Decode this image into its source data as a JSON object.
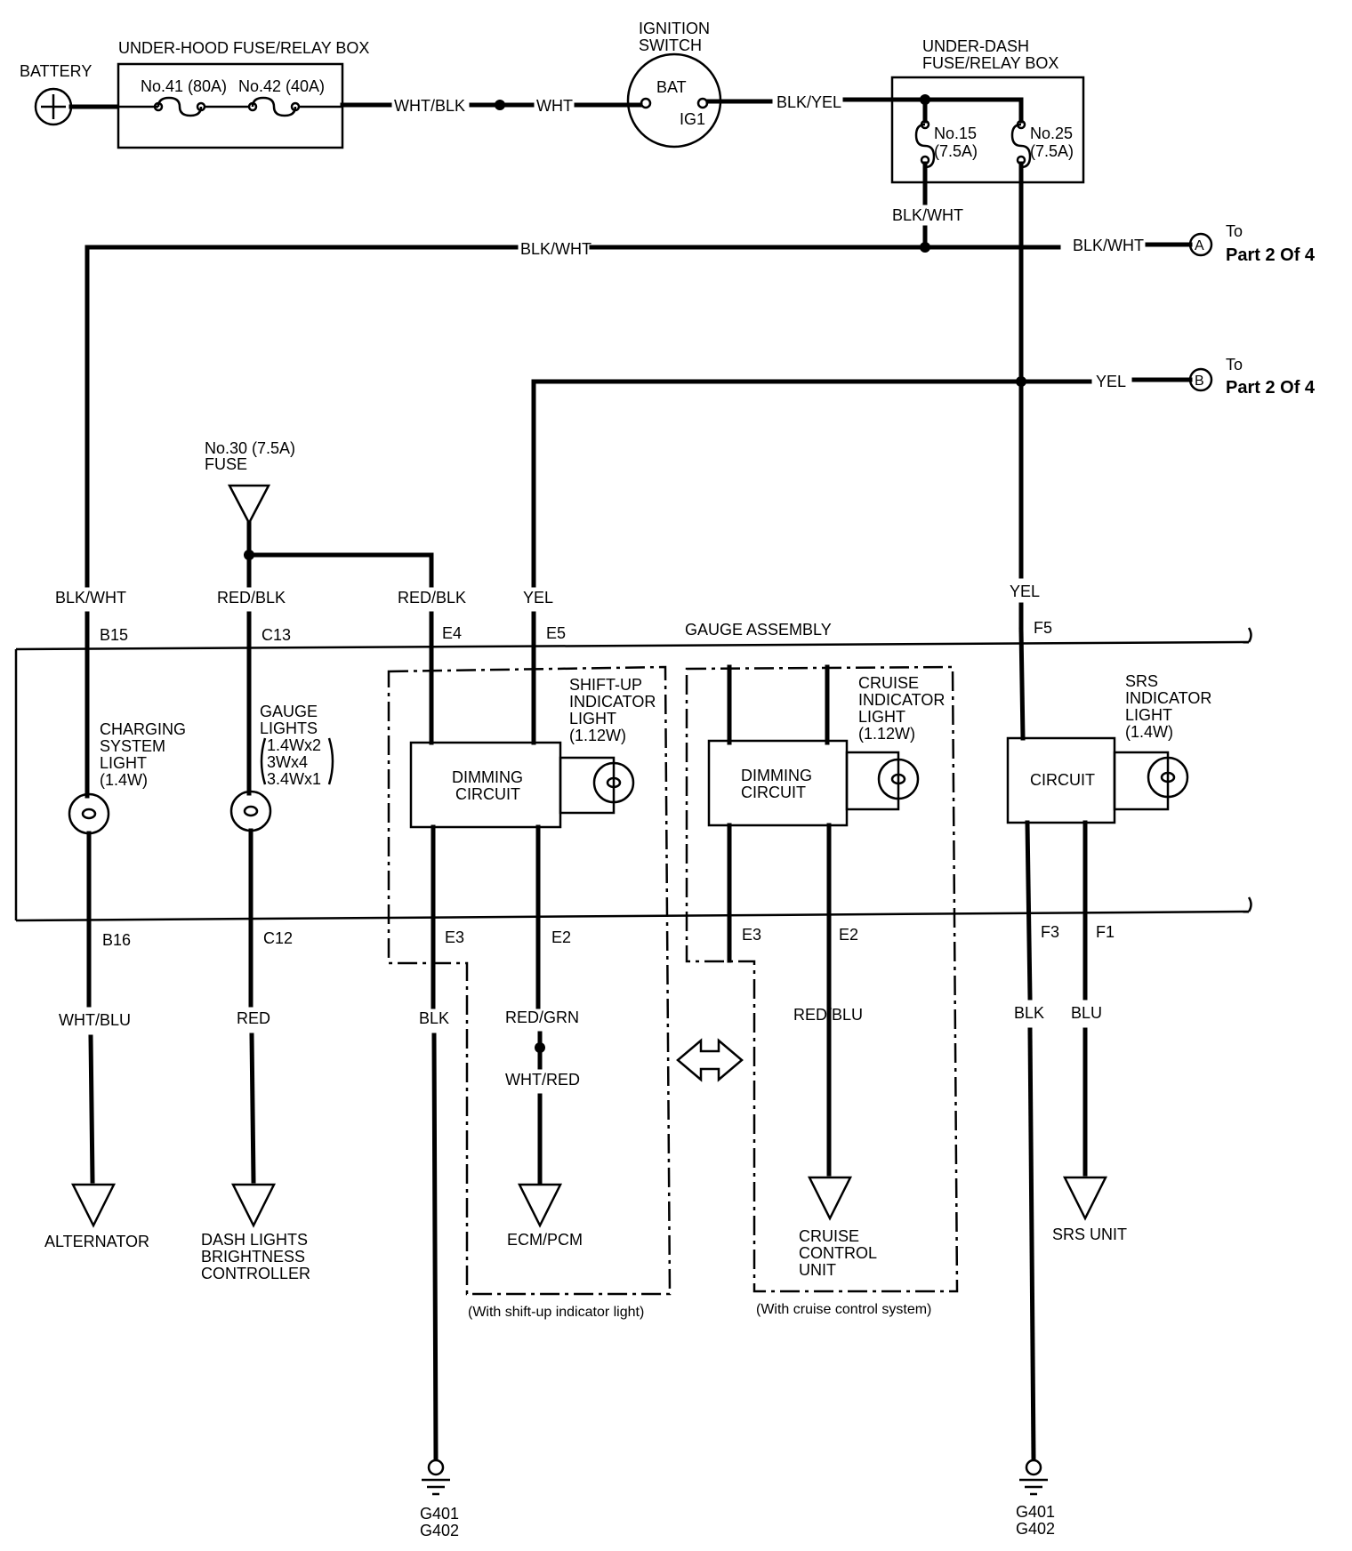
{
  "labels": {
    "battery": "BATTERY",
    "underhood_box": "UNDER-HOOD FUSE/RELAY BOX",
    "fuse41": "No.41 (80A)",
    "fuse42": "No.42 (40A)",
    "ign_line1": "IGNITION",
    "ign_line2": "SWITCH",
    "bat": "BAT",
    "ig1": "IG1",
    "underdash_line1": "UNDER-DASH",
    "underdash_line2": "FUSE/RELAY BOX",
    "fuse15_a": "No.15",
    "fuse15_b": "(7.5A)",
    "fuse25_a": "No.25",
    "fuse25_b": "(7.5A)",
    "to": "To",
    "part2": "Part 2 Of 4",
    "conn_a": "A",
    "conn_b": "B",
    "fuse30_a": "No.30 (7.5A)",
    "fuse30_b": "FUSE",
    "gauge_assembly": "GAUGE ASSEMBLY",
    "charging": [
      "CHARGING",
      "SYSTEM",
      "LIGHT",
      "(1.4W)"
    ],
    "gauge_lights": [
      "GAUGE",
      "LIGHTS",
      "1.4Wx2",
      "3Wx4",
      "3.4Wx1"
    ],
    "shiftup": [
      "SHIFT-UP",
      "INDICATOR",
      "LIGHT",
      "(1.12W)"
    ],
    "cruise_light": [
      "CRUISE",
      "INDICATOR",
      "LIGHT",
      "(1.12W)"
    ],
    "srs_light": [
      "SRS",
      "INDICATOR",
      "LIGHT",
      "(1.4W)"
    ],
    "dimming": [
      "DIMMING",
      "CIRCUIT"
    ],
    "circuit": "CIRCUIT",
    "alternator": "ALTERNATOR",
    "dash_ctrl": [
      "DASH LIGHTS",
      "BRIGHTNESS",
      "CONTROLLER"
    ],
    "ecm": "ECM/PCM",
    "cruise_unit": [
      "CRUISE",
      "CONTROL",
      "UNIT"
    ],
    "srs_unit": "SRS UNIT",
    "with_shift": "(With shift-up indicator light)",
    "with_cruise": "(With cruise control system)",
    "g401": "G401",
    "g402": "G402"
  },
  "wires": {
    "wht_blk": "WHT/BLK",
    "wht": "WHT",
    "blk_yel": "BLK/YEL",
    "blk_wht": "BLK/WHT",
    "yel": "YEL",
    "red_blk": "RED/BLK",
    "wht_blu": "WHT/BLU",
    "red": "RED",
    "blk": "BLK",
    "red_grn": "RED/GRN",
    "wht_red": "WHT/RED",
    "red_blu": "RED/BLU",
    "blu": "BLU"
  },
  "pins": {
    "b15": "B15",
    "c13": "C13",
    "e4": "E4",
    "e5": "E5",
    "f5": "F5",
    "b16": "B16",
    "c12": "C12",
    "e3": "E3",
    "e2": "E2",
    "f3": "F3",
    "f1": "F1"
  }
}
